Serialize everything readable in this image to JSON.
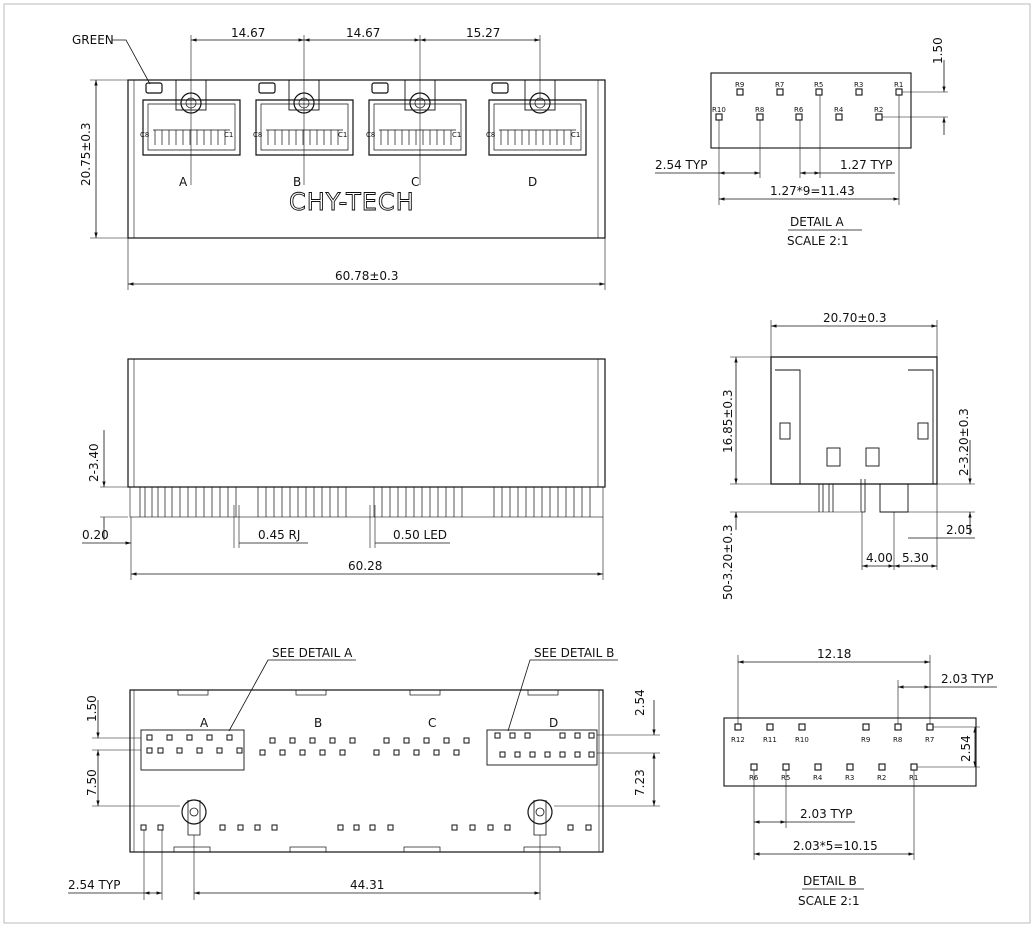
{
  "front_view": {
    "label_green": "GREEN",
    "pitch_dims": [
      "14.67",
      "14.67",
      "15.27"
    ],
    "height_dim": "20.75±0.3",
    "width_dim": "60.78±0.3",
    "port_letters": [
      "A",
      "B",
      "C",
      "D"
    ],
    "contact_labels": [
      "C8",
      "C1"
    ],
    "brand": "CHY-TECH"
  },
  "detail_a": {
    "top_row": [
      "R9",
      "R7",
      "R5",
      "R3",
      "R1"
    ],
    "bottom_row": [
      "R10",
      "R8",
      "R6",
      "R4",
      "R2"
    ],
    "dim_offset": "1.50",
    "dim_typ_left": "2.54 TYP",
    "dim_typ_right": "1.27 TYP",
    "dim_total": "1.27*9=11.43",
    "title": "DETAIL A",
    "scale": "SCALE 2:1"
  },
  "side_view": {
    "pin_height": "2-3.40",
    "dim_left": "0.20",
    "dim_rj": "0.45 RJ",
    "dim_led": "0.50 LED",
    "dim_total": "60.28"
  },
  "end_view": {
    "width_dim": "20.70±0.3",
    "height_dim": "16.85±0.3",
    "right_pin_dim": "2-3.20±0.3",
    "left_pin_dim": "50-3.20±0.3",
    "dim_205": "2.05",
    "dim_400": "4.00",
    "dim_530": "5.30"
  },
  "bottom_view": {
    "see_detail_a": "SEE DETAIL A",
    "see_detail_b": "SEE DETAIL B",
    "port_letters": [
      "A",
      "B",
      "C",
      "D"
    ],
    "dim_150": "1.50",
    "dim_750": "7.50",
    "dim_254_right": "2.54",
    "dim_723": "7.23",
    "dim_typ": "2.54 TYP",
    "dim_4431": "44.31"
  },
  "detail_b": {
    "top_row": [
      "R12",
      "R11",
      "R10",
      "R9",
      "R8",
      "R7"
    ],
    "bottom_row": [
      "R6",
      "R5",
      "R4",
      "R3",
      "R2",
      "R1"
    ],
    "dim_width": "12.18",
    "dim_typ_top": "2.03 TYP",
    "dim_side": "2.54",
    "dim_typ_bottom": "2.03 TYP",
    "dim_total": "2.03*5=10.15",
    "title": "DETAIL B",
    "scale": "SCALE 2:1"
  }
}
